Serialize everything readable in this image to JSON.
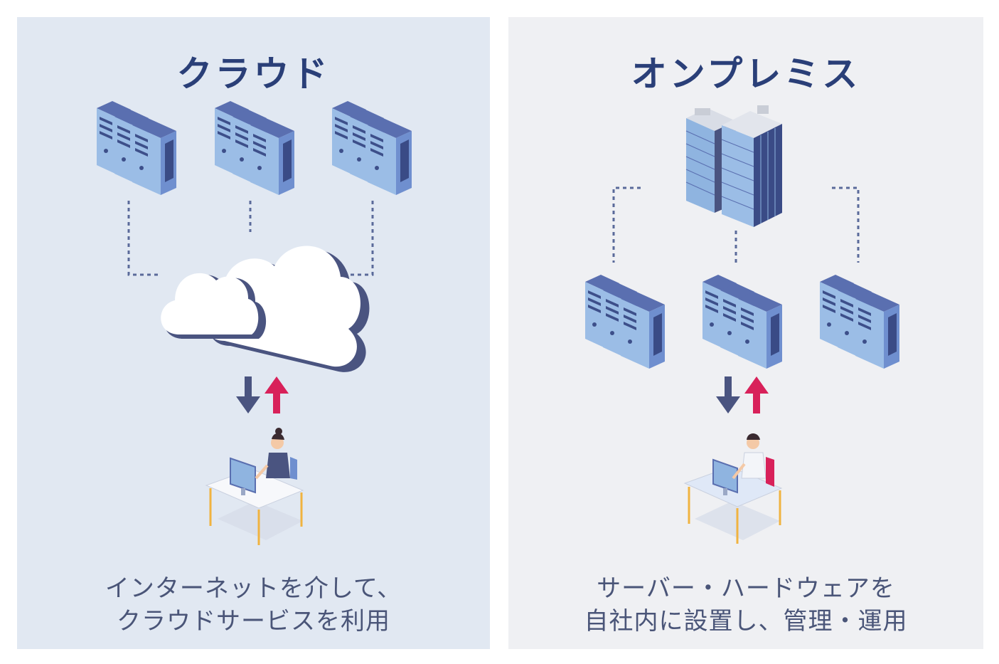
{
  "cloud": {
    "title": "クラウド",
    "caption_line1": "インターネットを介して、",
    "caption_line2": "クラウドサービスを利用"
  },
  "onprem": {
    "title": "オンプレミス",
    "caption_line1": "サーバー・ハードウェアを",
    "caption_line2": "自社内に設置し、管理・運用"
  },
  "colors": {
    "title": "#2a3f78",
    "down_arrow": "#4a5480",
    "up_arrow": "#d8215a",
    "server_blue": "#8fb4e0",
    "server_dark": "#3a4b86"
  }
}
